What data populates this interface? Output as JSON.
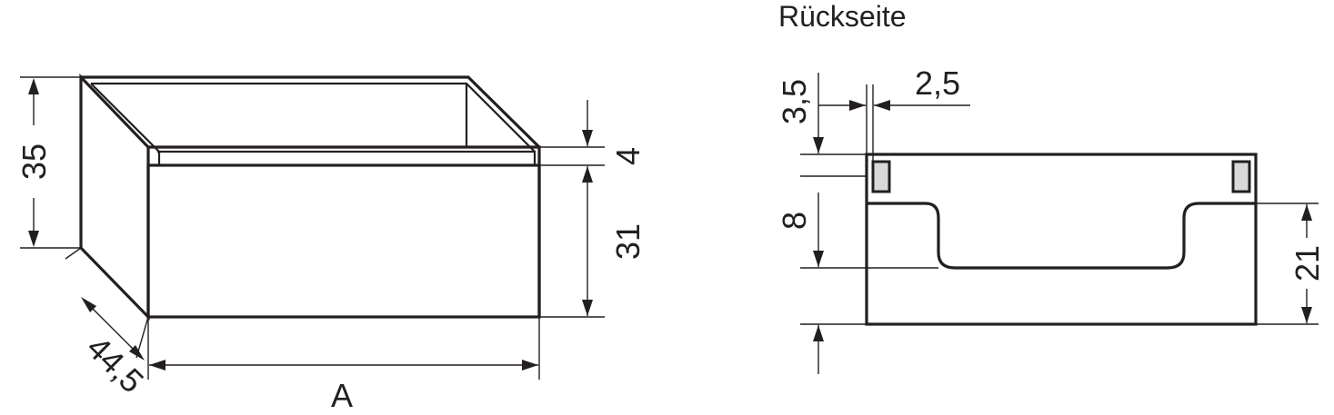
{
  "side_view": {
    "title": "Rückseite"
  },
  "dimensions": {
    "height_total": "35",
    "rim_height": "4",
    "front_height": "31",
    "depth": "44,5",
    "length": "A",
    "edge_offset": "3,5",
    "slot_width": "2,5",
    "slot_height": "8",
    "cutout_height": "21"
  },
  "colors": {
    "line": "#231f20",
    "slot_fill": "#d9d9d9",
    "background": "#ffffff"
  }
}
